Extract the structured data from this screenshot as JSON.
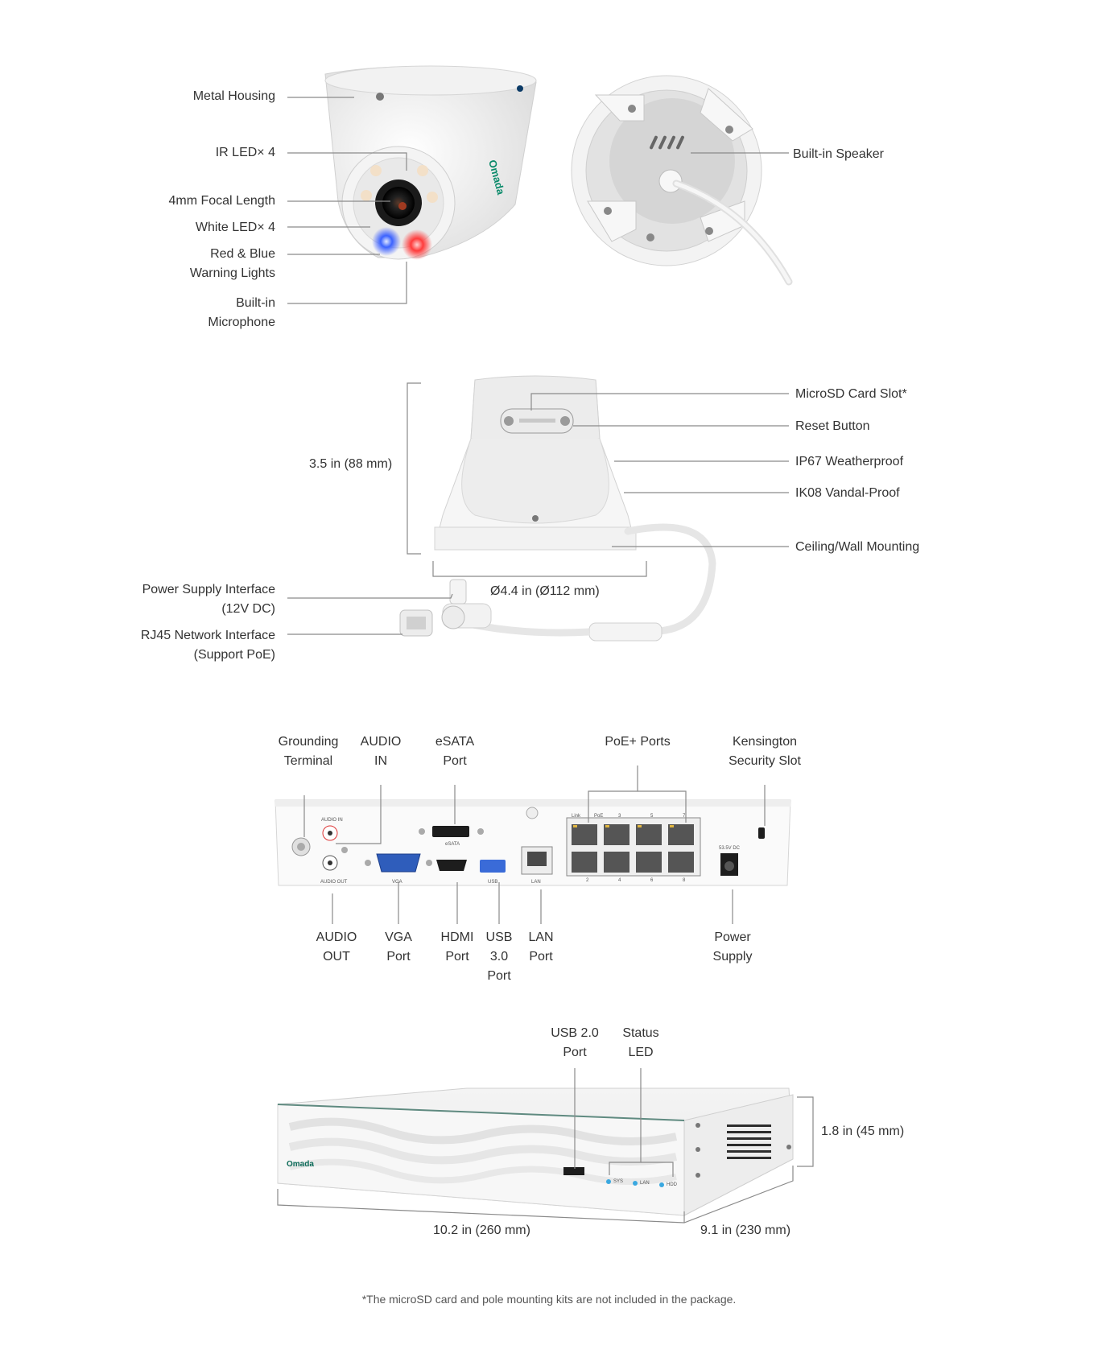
{
  "camera_front": {
    "metal_housing": "Metal Housing",
    "ir_led": "IR LED× 4",
    "focal_length": "4mm Focal Length",
    "white_led": "White LED× 4",
    "warning_lights": [
      "Red & Blue",
      "Warning Lights"
    ],
    "microphone": [
      "Built-in",
      "Microphone"
    ],
    "brand": "Omada"
  },
  "camera_back": {
    "speaker": "Built-in Speaker"
  },
  "camera_side": {
    "height": "3.5 in (88 mm)",
    "diameter": "Ø4.4 in (Ø112 mm)",
    "microsd": "MicroSD Card Slot*",
    "reset": "Reset Button",
    "ip67": "IP67 Weatherproof",
    "ik08": "IK08 Vandal-Proof",
    "mounting": "Ceiling/Wall Mounting",
    "power": [
      "Power Supply Interface",
      "(12V DC)"
    ],
    "rj45": [
      "RJ45 Network Interface",
      "(Support PoE)"
    ]
  },
  "nvr_rear": {
    "top_labels": {
      "grounding": [
        "Grounding",
        "Terminal"
      ],
      "audio_in": [
        "AUDIO",
        "IN"
      ],
      "esata": [
        "eSATA",
        "Port"
      ],
      "poe": "PoE+ Ports",
      "kensington": [
        "Kensington",
        "Security Slot"
      ]
    },
    "bottom_labels": {
      "audio_out": [
        "AUDIO",
        "OUT"
      ],
      "vga": [
        "VGA",
        "Port"
      ],
      "hdmi": [
        "HDMI",
        "Port"
      ],
      "usb3": [
        "USB",
        "3.0",
        "Port"
      ],
      "lan": [
        "LAN",
        "Port"
      ],
      "power": [
        "Power",
        "Supply"
      ]
    },
    "panel_text": {
      "audio_in": "AUDIO IN",
      "audio_out": "AUDIO OUT",
      "vga": "VGA",
      "esata": "eSATA",
      "usb": "USB",
      "lan": "LAN",
      "dc": "53.5V DC",
      "link": "Link",
      "poe": "PoE",
      "port_top": [
        "3",
        "5",
        "7"
      ],
      "port_bottom": [
        "2",
        "4",
        "6",
        "8"
      ]
    }
  },
  "nvr_front": {
    "usb2": [
      "USB 2.0",
      "Port"
    ],
    "status_led": [
      "Status",
      "LED"
    ],
    "height": "1.8 in (45 mm)",
    "width": "10.2 in (260 mm)",
    "depth": "9.1 in (230 mm)",
    "brand": "Omada",
    "led_labels": [
      "SYS",
      "LAN",
      "HDD"
    ]
  },
  "footnote": "*The microSD card and pole mounting kits are not included in the package."
}
